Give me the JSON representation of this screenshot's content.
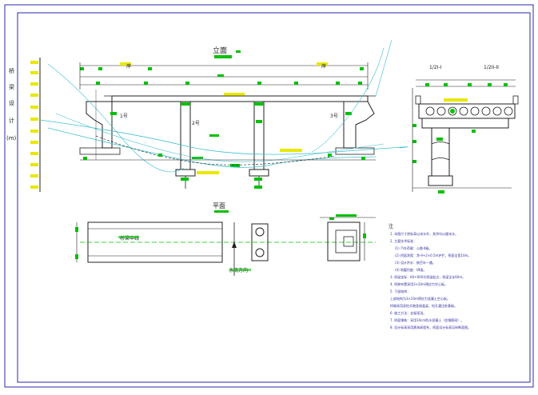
{
  "drawing": {
    "elevation_title": "立面",
    "plan_title": "平面",
    "section_a_title": "1/2I-I",
    "section_b_title": "1/2II-II",
    "left_bank_label": "岸",
    "right_bank_label": "岸",
    "pier_labels": [
      "1号",
      "2号",
      "3号"
    ],
    "plan_centerline_label": "桥梁中线",
    "plan_flow_label": "水流方向",
    "left_margin_chars": [
      "桥",
      "梁",
      "设",
      "计",
      "(m)"
    ],
    "notes_title": "注",
    "notes_lines": [
      "1. 本图尺寸除标高以米计外，其余均以厘米计。",
      "2. 主要技术标准：",
      "(1) 汽车荷载：公路-Ⅱ级。",
      "(2) 桥面净宽：净-9+2×0.5m护栏，桥面全宽10m。",
      "(3) 设计洪水：按百年一遇。",
      "(4) 地震烈度：Ⅶ度。",
      "3. 桥梁坐标：K0+000为桥梁起点，桥梁全长60m。",
      "4. 桥跨布置采用3×20m预应力空心板。",
      "5. 下部结构：",
      "   上部结构为3×20m预应力混凝土空心板。",
      "   桥墩采用双柱式墩身接盖梁，钻孔灌注桩基础。",
      "6. 施工方法：支架现浇。",
      "7. 桥面铺装：采用10cm防水混凝土（含钢筋网）。",
      "8. 设计标高采用黄海高程系，桥面设计标高见纵断面图。"
    ]
  },
  "colors": {
    "frame": "#2a2aa8",
    "line": "#202020",
    "green": "#00c000",
    "yellow": "#e8e800",
    "cyan": "#40c0d0",
    "blue_note": "#3030a0"
  }
}
